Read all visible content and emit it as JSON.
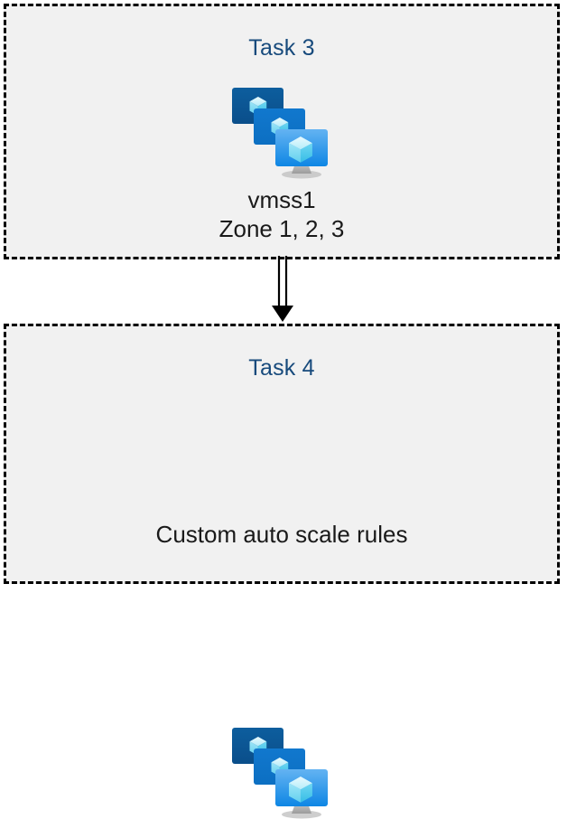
{
  "diagram": {
    "type": "flow",
    "background_color": "#ffffff",
    "box_fill_color": "#f1f1f1",
    "box_border_color": "#000000",
    "title_color": "#174A7C",
    "caption_color": "#1a1a1a",
    "connector_color": "#000000",
    "nodes": [
      {
        "id": "task3",
        "title": "Task 3",
        "icon": "virtual-machine-scale-set-icon",
        "caption_lines": [
          "vmss1",
          "Zone 1, 2, 3"
        ]
      },
      {
        "id": "task4",
        "title": "Task 4",
        "icon": "virtual-machine-scale-set-icon",
        "caption_lines": [
          "Custom auto scale rules"
        ]
      }
    ],
    "edges": [
      {
        "from": "task3",
        "to": "task4",
        "style": "double-line",
        "arrowhead": "solid-triangle"
      }
    ]
  },
  "icon_palette": {
    "monitor_back": "#0B5394",
    "monitor_mid": "#0F7BD0",
    "monitor_front_top": "#5AAEF0",
    "monitor_front_bottom": "#0F8CE8",
    "cube_light": "#C9F1FB",
    "cube_mid": "#7FE0F5",
    "cube_dark": "#4FC9EE",
    "stand": "#A8A8A8"
  }
}
